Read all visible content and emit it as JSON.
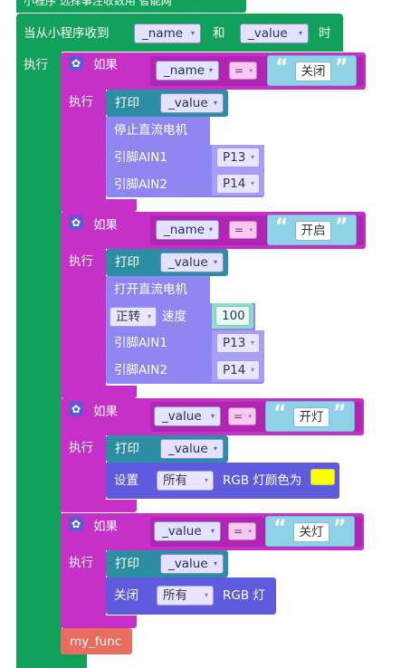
{
  "top_cut_text": "小程序  选择事注收数用 智能网",
  "event": {
    "label_prefix": "当从小程序收到",
    "var1": "_name",
    "label_and": "和",
    "var2": "_value",
    "label_suffix": "时",
    "exec": "执行"
  },
  "common": {
    "if_label": "如果",
    "exec_label": "执行",
    "print_label": "打印",
    "eq_op": "=",
    "pin1_label": "引脚AIN1",
    "pin2_label": "引脚AIN2",
    "pin1_value": "P13",
    "pin2_value": "P14",
    "dropdown_glyph": "▾",
    "open_quote": "“",
    "close_quote": "”",
    "gear_glyph": "✿"
  },
  "blocks": [
    {
      "cond_var": "_name",
      "compare": "关闭",
      "print_var": "_value",
      "title": "停止直流电机"
    },
    {
      "cond_var": "_name",
      "compare": "开启",
      "print_var": "_value",
      "title": "打开直流电机",
      "direction": "正转",
      "speed_label": "速度",
      "speed": "100"
    },
    {
      "cond_var": "_value",
      "compare": "开灯",
      "print_var": "_value",
      "set_label": "设置",
      "target": "所有",
      "rgb_label": "RGB 灯颜色为",
      "color": "#ffff00"
    },
    {
      "cond_var": "_value",
      "compare": "关灯",
      "print_var": "_value",
      "off_label": "关闭",
      "target": "所有",
      "rgb_label": "RGB 灯"
    }
  ],
  "func_call": "my_func"
}
